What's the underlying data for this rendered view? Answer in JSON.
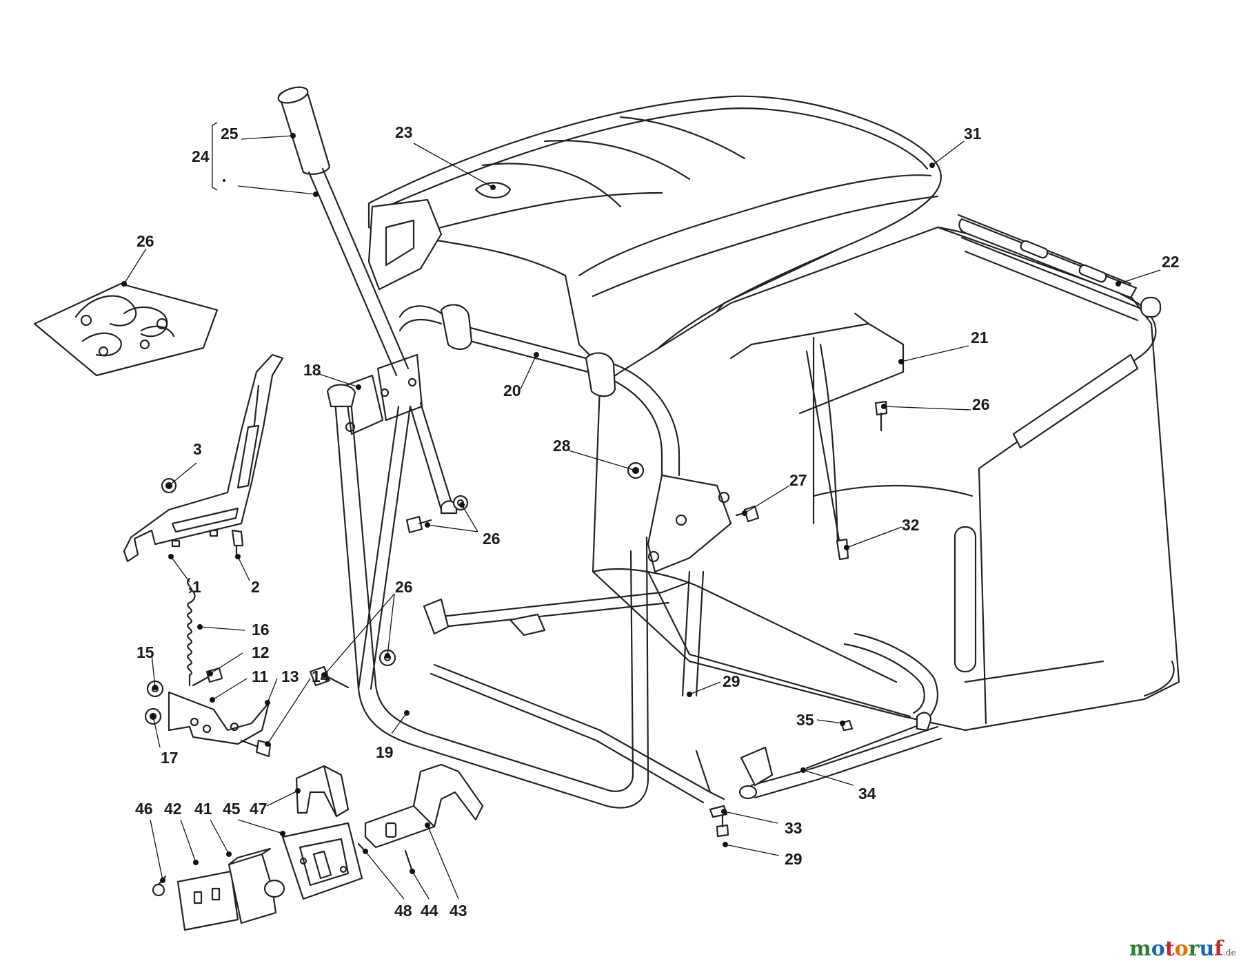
{
  "callouts": {
    "c1": "1",
    "c2": "2",
    "c3": "3",
    "c11": "11",
    "c12": "12",
    "c13": "13",
    "c14": "14",
    "c15": "15",
    "c16": "16",
    "c17": "17",
    "c18": "18",
    "c19": "19",
    "c20": "20",
    "c21": "21",
    "c22": "22",
    "c23": "23",
    "c24": "24",
    "c25": "25",
    "c26a": "26",
    "c26b": "26",
    "c26c": "26",
    "c26d": "26",
    "c27": "27",
    "c28": "28",
    "c29a": "29",
    "c29b": "29",
    "c31": "31",
    "c32": "32",
    "c33": "33",
    "c34": "34",
    "c35": "35",
    "c41": "41",
    "c42": "42",
    "c43": "43",
    "c44": "44",
    "c45": "45",
    "c46": "46",
    "c47": "47",
    "c48": "48"
  },
  "watermark": {
    "brand": "motoruf",
    "suffix": ".de",
    "colors": [
      "#2e7d32",
      "#1565c0",
      "#c62828",
      "#ef6c00"
    ]
  }
}
